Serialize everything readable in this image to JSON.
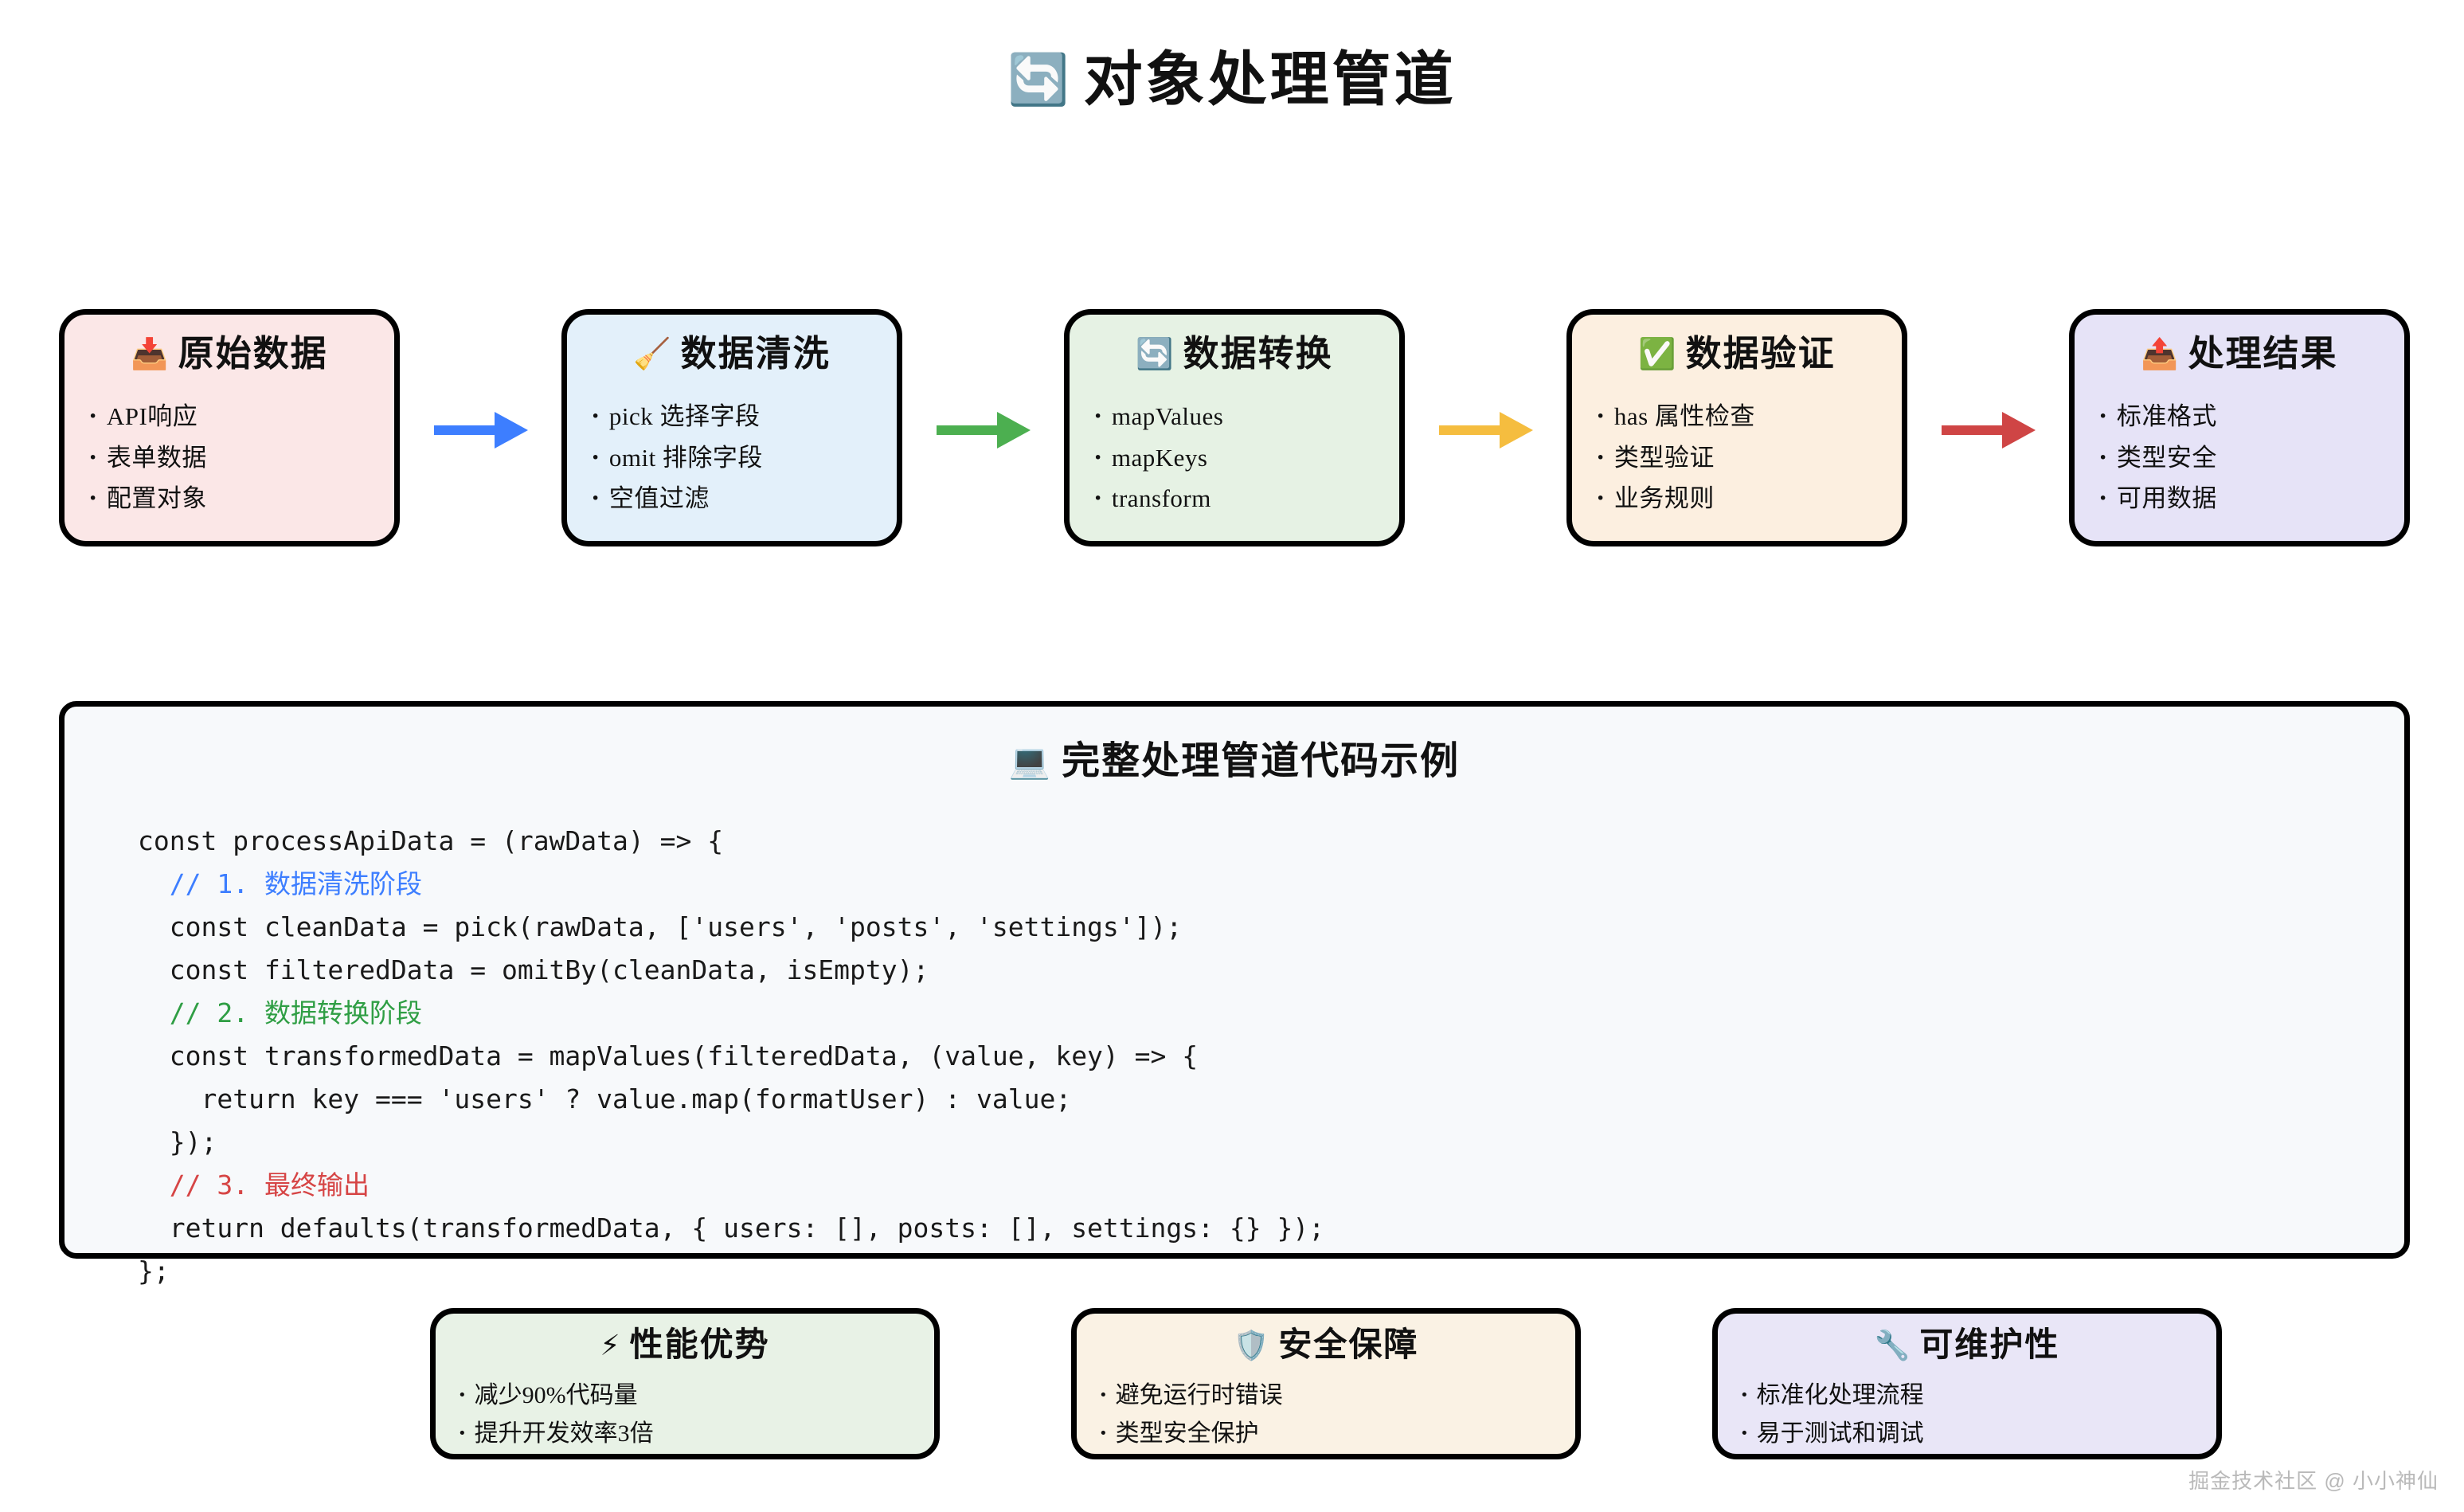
{
  "title": {
    "emoji": "🔄",
    "text": "对象处理管道"
  },
  "flow": {
    "steps": [
      {
        "id": "raw-data",
        "emoji": "📥",
        "title": "原始数据",
        "bg": "#fbe7e7",
        "items": [
          "API响应",
          "表单数据",
          "配置对象"
        ]
      },
      {
        "id": "data-cleaning",
        "emoji": "🧹",
        "title": "数据清洗",
        "bg": "#e3f0fa",
        "items": [
          "pick 选择字段",
          "omit 排除字段",
          "空值过滤"
        ]
      },
      {
        "id": "data-transform",
        "emoji": "🔄",
        "title": "数据转换",
        "bg": "#e6f2e4",
        "items": [
          "mapValues",
          "mapKeys",
          "transform"
        ]
      },
      {
        "id": "data-validation",
        "emoji": "✅",
        "title": "数据验证",
        "bg": "#fcefe0",
        "items": [
          "has 属性检查",
          "类型验证",
          "业务规则"
        ]
      },
      {
        "id": "result",
        "emoji": "📤",
        "title": "处理结果",
        "bg": "#e6e3f7",
        "items": [
          "标准格式",
          "类型安全",
          "可用数据"
        ]
      }
    ],
    "arrow_colors": [
      "#3d7eff",
      "#4caf50",
      "#f5bd3f",
      "#cf4545"
    ]
  },
  "code_panel": {
    "emoji": "💻",
    "header": "完整处理管道代码示例",
    "lines": [
      {
        "text": "const processApiData = (rawData) => {",
        "color": ""
      },
      {
        "text": "  // 1. 数据清洗阶段",
        "color": "c-blue"
      },
      {
        "text": "  const cleanData = pick(rawData, ['users', 'posts', 'settings']);",
        "color": ""
      },
      {
        "text": "  const filteredData = omitBy(cleanData, isEmpty);",
        "color": ""
      },
      {
        "text": "  // 2. 数据转换阶段",
        "color": "c-green"
      },
      {
        "text": "  const transformedData = mapValues(filteredData, (value, key) => {",
        "color": ""
      },
      {
        "text": "    return key === 'users' ? value.map(formatUser) : value;",
        "color": ""
      },
      {
        "text": "  });",
        "color": ""
      },
      {
        "text": "  // 3. 最终输出",
        "color": "c-red"
      },
      {
        "text": "  return defaults(transformedData, { users: [], posts: [], settings: {} });",
        "color": ""
      },
      {
        "text": "};",
        "color": ""
      }
    ]
  },
  "benefits": [
    {
      "id": "performance",
      "emoji": "⚡",
      "title": "性能优势",
      "bg": "#e8f2e6",
      "items": [
        "减少90%代码量",
        "提升开发效率3倍"
      ]
    },
    {
      "id": "safety",
      "emoji": "🛡️",
      "title": "安全保障",
      "bg": "#faf2e4",
      "items": [
        "避免运行时错误",
        "类型安全保护"
      ]
    },
    {
      "id": "maintainability",
      "emoji": "🔧",
      "title": "可维护性",
      "bg": "#e9e6f7",
      "items": [
        "标准化处理流程",
        "易于测试和调试"
      ]
    }
  ],
  "watermark": "掘金技术社区 @ 小小神仙"
}
